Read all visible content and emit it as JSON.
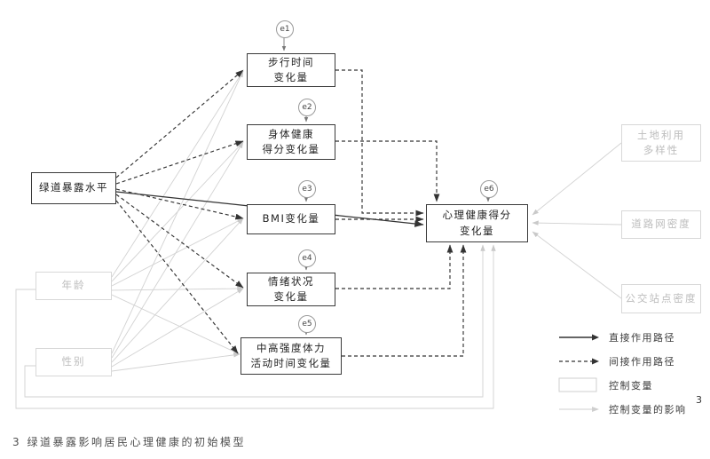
{
  "diagram": {
    "nodes": {
      "greenway": {
        "label": "绿道暴露水平"
      },
      "age": {
        "label": "年龄"
      },
      "gender": {
        "label": "性别"
      },
      "walking": {
        "line1": "步行时间",
        "line2": "变化量"
      },
      "physical": {
        "line1": "身体健康",
        "line2": "得分变化量"
      },
      "bmi": {
        "label": "BMI变化量"
      },
      "emotion": {
        "line1": "情绪状况",
        "line2": "变化量"
      },
      "mvpa": {
        "line1": "中高强度体力",
        "line2": "活动时间变化量"
      },
      "mental": {
        "line1": "心理健康得分",
        "line2": "变化量"
      },
      "landuse": {
        "line1": "土地利用",
        "line2": "多样性"
      },
      "road": {
        "label": "道路网密度"
      },
      "bus": {
        "label": "公交站点密度"
      }
    },
    "error_terms": [
      "e1",
      "e2",
      "e3",
      "e4",
      "e5",
      "e6"
    ]
  },
  "legend": {
    "direct": "直接作用路径",
    "indirect": "间接作用路径",
    "control": "控制变量",
    "control_effect": "控制变量的影响"
  },
  "page_number": "3",
  "caption": "3 绿道暴露影响居民心理健康的初始模型",
  "colors": {
    "path_line": "#333333",
    "control_line": "#d2d2d2",
    "control_box_border": "#d8d8d8",
    "control_text": "#bdbdbd"
  }
}
